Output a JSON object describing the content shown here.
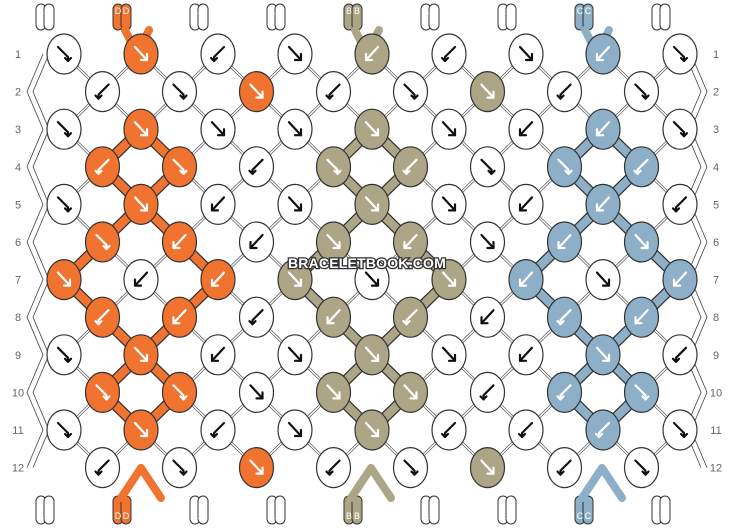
{
  "watermark": "BRACELETBOOK.COM",
  "rows": [
    "1",
    "2",
    "3",
    "4",
    "5",
    "6",
    "7",
    "8",
    "9",
    "10",
    "11",
    "12"
  ],
  "strands": {
    "top": [
      "A",
      "A",
      "D",
      "D",
      "A",
      "A",
      "A",
      "A",
      "B",
      "B",
      "A",
      "A",
      "A",
      "A",
      "C",
      "C",
      "A",
      "A"
    ],
    "bottom": [
      "A",
      "A",
      "D",
      "D",
      "A",
      "A",
      "A",
      "A",
      "B",
      "B",
      "A",
      "A",
      "A",
      "A",
      "C",
      "C",
      "A",
      "A"
    ]
  },
  "colors": {
    "A": "#ffffff",
    "B": "#aca586",
    "C": "#8dafc8",
    "D": "#f07330",
    "outline": "#333333",
    "arrow_on_light": "#111111",
    "arrow_on_dark": "#ffffff"
  },
  "knot_types_legend": {
    "f": "forward",
    "b": "backward",
    "fb": "forward-backward",
    "bf": "backward-forward"
  },
  "knots": [
    [
      "fb",
      "f",
      "bf",
      "f",
      "b",
      "bf",
      "f",
      "b",
      "fb"
    ],
    [
      "bf",
      "fb",
      "f",
      "bf",
      "fb",
      "f",
      "bf",
      "fb"
    ],
    [
      "fb",
      "f",
      "f",
      "f",
      "f",
      "f",
      "b",
      "b",
      "fb"
    ],
    [
      "bf",
      "fb",
      "bf",
      "fb",
      "bf",
      "fb",
      "fb",
      "bf"
    ],
    [
      "fb",
      "f",
      "b",
      "f",
      "f",
      "f",
      "b",
      "b",
      "bf"
    ],
    [
      "fb",
      "b",
      "b",
      "f",
      "b",
      "f",
      "b",
      "f"
    ],
    [
      "f",
      "b",
      "b",
      "f",
      "f",
      "f",
      "b",
      "f",
      "b"
    ],
    [
      "bf",
      "b",
      "bf",
      "b",
      "bf",
      "b",
      "bf",
      "b"
    ],
    [
      "fb",
      "f",
      "b",
      "f",
      "f",
      "f",
      "b",
      "f",
      "bf"
    ],
    [
      "fb",
      "fb",
      "f",
      "f",
      "f",
      "bf",
      "bf",
      "fb"
    ],
    [
      "fb",
      "f",
      "bf",
      "f",
      "f",
      "bf",
      "bf",
      "bf",
      "fb"
    ],
    [
      "bf",
      "fb",
      "f",
      "bf",
      "fb",
      "f",
      "bf",
      "fb"
    ]
  ],
  "knot_colors": [
    [
      "A",
      "D",
      "A",
      "A",
      "B",
      "A",
      "A",
      "C",
      "A"
    ],
    [
      "A",
      "A",
      "D",
      "A",
      "A",
      "B",
      "A",
      "A"
    ],
    [
      "A",
      "D",
      "A",
      "A",
      "B",
      "A",
      "A",
      "C",
      "A"
    ],
    [
      "D",
      "D",
      "A",
      "B",
      "B",
      "A",
      "C",
      "C"
    ],
    [
      "A",
      "D",
      "A",
      "A",
      "B",
      "A",
      "A",
      "C",
      "A"
    ],
    [
      "D",
      "D",
      "A",
      "B",
      "B",
      "A",
      "C",
      "C"
    ],
    [
      "D",
      "A",
      "D",
      "B",
      "A",
      "B",
      "C",
      "A",
      "C"
    ],
    [
      "D",
      "D",
      "A",
      "B",
      "B",
      "A",
      "C",
      "C"
    ],
    [
      "A",
      "D",
      "A",
      "A",
      "B",
      "A",
      "A",
      "C",
      "A"
    ],
    [
      "D",
      "D",
      "A",
      "B",
      "B",
      "A",
      "C",
      "C"
    ],
    [
      "A",
      "D",
      "A",
      "A",
      "B",
      "A",
      "A",
      "C",
      "A"
    ],
    [
      "A",
      "A",
      "D",
      "A",
      "A",
      "B",
      "A",
      "A"
    ]
  ]
}
